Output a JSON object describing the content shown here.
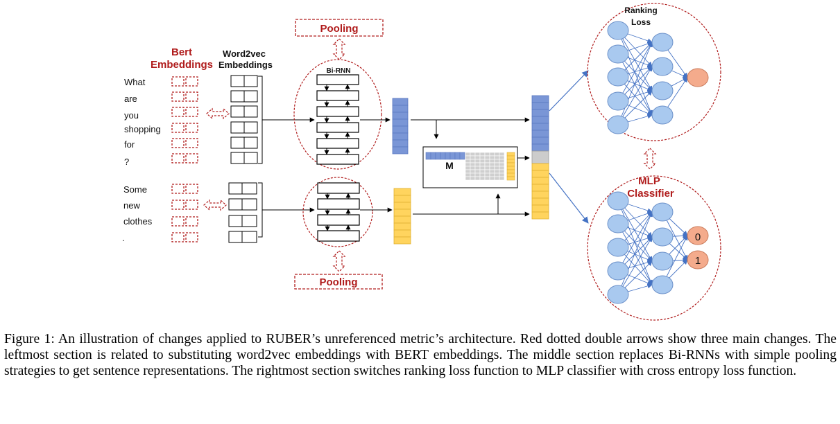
{
  "figure": {
    "labels": {
      "bert": [
        "Bert",
        "Embeddings"
      ],
      "word2vec": [
        "Word2vec",
        "Embeddings"
      ],
      "pooling_top": "Pooling",
      "pooling_bottom": "Pooling",
      "birnn": "Bi-RNN",
      "matrix": "M",
      "ranking": [
        "Ranking",
        "Loss"
      ],
      "mlp": [
        "MLP",
        "Classifier"
      ],
      "out0": "0",
      "out1": "1"
    },
    "query_words": [
      "What",
      "are",
      "you",
      "shopping",
      "for",
      "?"
    ],
    "response_words": [
      "Some",
      "new",
      "clothes",
      "."
    ],
    "colors": {
      "red_dashed": "#b01c1c",
      "blue_vector": "#7a96d6",
      "yellow_vector": "#ffd45e",
      "node_blue": "#a9c9ef",
      "node_orange": "#f4ab8c",
      "arrow_blue": "#4472c4",
      "matrix_grey": "#cfcfcf"
    }
  },
  "caption": "Figure 1: An illustration of changes applied to RUBER’s unreferenced metric’s architecture. Red dotted double arrows show three main changes. The leftmost section is related to substituting word2vec embeddings with BERT embeddings. The middle section replaces Bi-RNNs with simple pooling strategies to get sentence representations. The rightmost section switches ranking loss function to MLP classifier with cross entropy loss function."
}
